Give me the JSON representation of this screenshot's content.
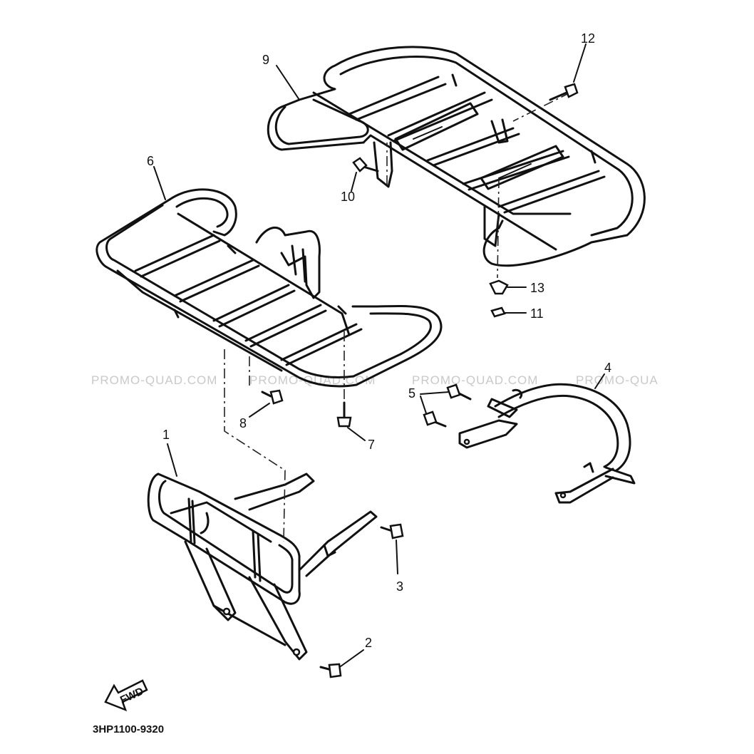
{
  "diagram": {
    "callouts": {
      "n1": "1",
      "n2": "2",
      "n3": "3",
      "n4": "4",
      "n5": "5",
      "n6": "6",
      "n7": "7",
      "n8": "8",
      "n9": "9",
      "n10": "10",
      "n11": "11",
      "n12": "12",
      "n13": "13"
    },
    "watermarks": [
      "PROMO-QUAD.COM",
      "PROMO-QUAD.COM",
      "PROMO-QUAD.COM",
      "PROMO-QUA"
    ],
    "fwd_label": "FWD",
    "diagram_code": "3HP1100-9320"
  }
}
